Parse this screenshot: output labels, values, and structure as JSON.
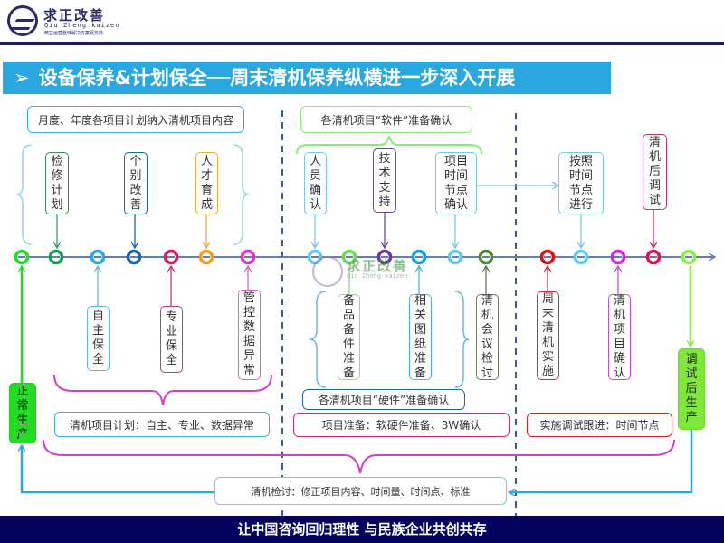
{
  "logo": {
    "name": "求正改善",
    "pinyin": "Qiu Zheng kaizen",
    "tagline": "精益运营整体解决方案服务商"
  },
  "title": {
    "arrow": "➢",
    "text": "设备保养&计划保全──周末清机保养纵横进一步深入开展"
  },
  "top": {
    "plan_box": "月度、年度各项目计划纳入清机项目内容",
    "software_box": "各清机项目“软件”准备确认",
    "items": [
      "检修计划",
      "个别改善",
      "人才育成",
      "人员确认",
      "技术支持",
      "项目时间节点确认",
      "按照时间节点进行",
      "清机后调试"
    ]
  },
  "bottom": {
    "items": [
      "自主保全",
      "专业保全",
      "管控数据异常",
      "备品备件准备",
      "相关图纸准备",
      "清机会议检讨",
      "周末清机实施",
      "清机项目确认"
    ],
    "hardware_box": "各清机项目“硬件”准备确认",
    "summary_plan": "清机项目计划：自主、专业、数据异常",
    "summary_prep": "项目准备：软硬件准备、3W确认",
    "summary_exec": "实施调试跟进：时间节点",
    "review": "清机检讨：修正项目内容、时间量、时间点、标准",
    "normal_production": "正常生产",
    "post_debug_production": "调试后生产"
  },
  "nodes": {
    "colors": [
      "#22dd22",
      "#1a9a55",
      "#2aaae2",
      "#1a64a8",
      "#e0186a",
      "#f39a1a",
      "#e030c8",
      "#5ec8ef",
      "#66dd55",
      "#6a3a9a",
      "#1aa0e0",
      "#5ec8ef",
      "#4a8a30",
      "#e01010",
      "#5ec8ef",
      "#e020e0",
      "#e0105a",
      "#88ee44"
    ]
  },
  "footer": "让中国咨询回归理性  与民族企业共创共存",
  "colors": {
    "title_bg": "#29a8e0",
    "footer_bg": "#03035e",
    "timeline": "#5b7fbf"
  }
}
